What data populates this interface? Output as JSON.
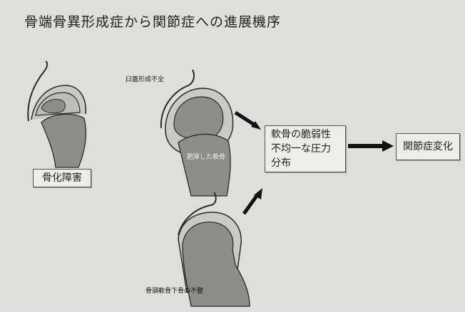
{
  "title": "骨端骨異形成症から関節症への進展機序",
  "labels": {
    "ossification_disorder": "骨化障害",
    "acetabular_dysplasia": "臼蓋形成不全",
    "thickened_cartilage": "肥厚した軟骨",
    "subchondral_irregular": "骨頭軟骨下骨の不整",
    "cartilage_box": [
      "軟骨の脆弱性",
      "不均一な圧力",
      "分布"
    ],
    "oa_change": "関節症変化"
  },
  "colors": {
    "bone": "#8d8d8b",
    "cartilage": "#c9c9c7",
    "outline": "#2a2a2a",
    "arrow": "#111111"
  }
}
